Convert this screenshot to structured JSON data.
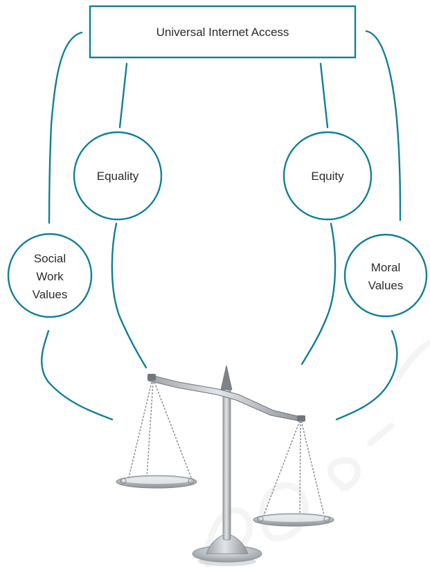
{
  "diagram": {
    "top_box": {
      "label": "Universal Internet Access"
    },
    "nodes": [
      {
        "label": "Equality"
      },
      {
        "label": "Equity"
      },
      {
        "label_lines": [
          "Social",
          "Work",
          "Values"
        ]
      },
      {
        "label_lines": [
          "Moral",
          "Values"
        ]
      }
    ],
    "image": {
      "icon": "balance-scale-icon"
    },
    "colors": {
      "accent": "#0f7f97",
      "text": "#2a2a2a",
      "background": "#ffffff"
    }
  }
}
